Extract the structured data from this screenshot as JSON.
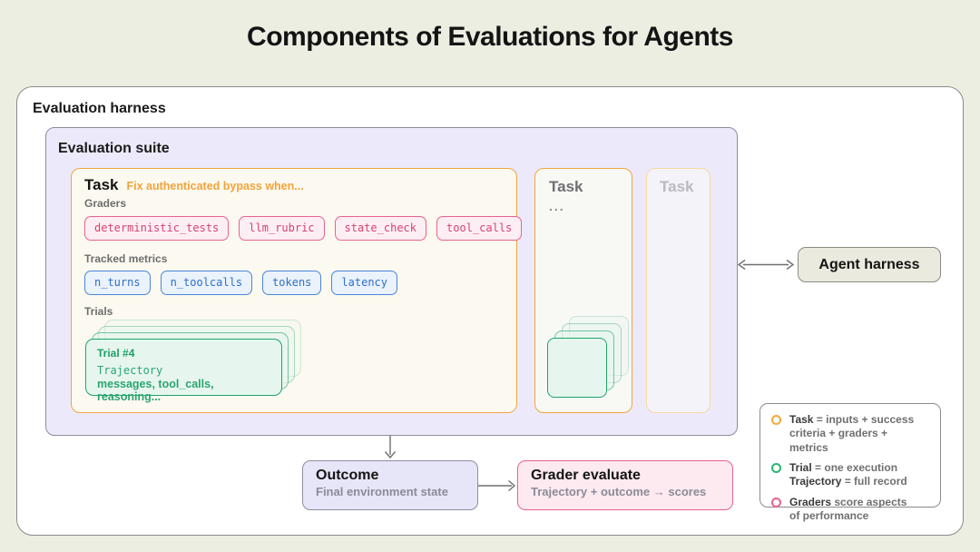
{
  "title": "Components of Evaluations for Agents",
  "colors": {
    "page_bg": "#edeee2",
    "orange": "#f2a43e",
    "orange_faded": "#f5d9a2",
    "pink_border": "#e8638d",
    "pink_text": "#d6436f",
    "pink_bg": "#fdeef4",
    "blue_border": "#4a86d8",
    "blue_text": "#2e6fca",
    "blue_bg": "#eaf2fc",
    "green_border": "#1ea56b",
    "green_text": "#1f9e66",
    "green_bg": "#e6f6ee",
    "suite_bg": "#eceafa",
    "task_bg": "#fcf9f0",
    "agent_bg": "#eaeade",
    "outcome_bg": "#e7e5f8",
    "grader_bg": "#fdeaf1"
  },
  "harness": {
    "label": "Evaluation harness"
  },
  "suite": {
    "label": "Evaluation suite"
  },
  "task1": {
    "label": "Task",
    "subtitle": "Fix authenticated bypass when...",
    "graders_label": "Graders",
    "graders": [
      "deterministic_tests",
      "llm_rubric",
      "state_check",
      "tool_calls"
    ],
    "metrics_label": "Tracked metrics",
    "metrics": [
      "n_turns",
      "n_toolcalls",
      "tokens",
      "latency"
    ],
    "trials_label": "Trials",
    "trial": {
      "title": "Trial #4",
      "trajectory_label": "Trajectory",
      "detail": "messages, tool_calls, reasoning..."
    }
  },
  "task2": {
    "label": "Task",
    "ellipsis": "..."
  },
  "task3": {
    "label": "Task"
  },
  "agent_harness": {
    "label": "Agent harness"
  },
  "outcome": {
    "title": "Outcome",
    "subtitle": "Final environment state"
  },
  "grader_evaluate": {
    "title": "Grader evaluate",
    "subtitle": "Trajectory + outcome → scores"
  },
  "legend": {
    "items": [
      {
        "icon": "orange-circle",
        "l1b": "Task",
        "l1r": " = inputs + success",
        "l2b": "",
        "l2r": "criteria + graders + metrics"
      },
      {
        "icon": "green-circle",
        "l1b": "Trial",
        "l1r": " = one execution",
        "l2b": "Trajectory",
        "l2r": " = full record"
      },
      {
        "icon": "pink-circle",
        "l1b": "Graders",
        "l1r": " score aspects",
        "l2b": "",
        "l2r": "of performance"
      }
    ]
  }
}
